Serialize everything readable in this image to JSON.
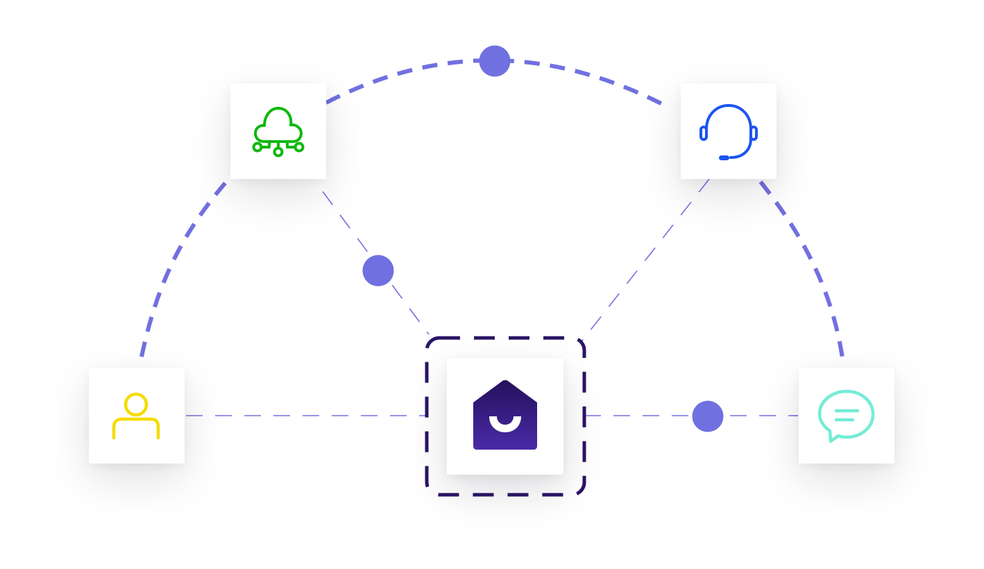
{
  "diagram": {
    "colors": {
      "connector": "#7170e0",
      "node_dot": "#7170e0",
      "hub_outline": "#2b1466",
      "hub_logo": "#351b87",
      "cloud_icon": "#0fb80f",
      "support_icon": "#1a55f0",
      "user_icon": "#f5dc00",
      "chat_icon": "#74ecd6"
    },
    "nodes": [
      {
        "id": "cloud-network",
        "icon": "cloud-network-icon"
      },
      {
        "id": "support",
        "icon": "headset-icon"
      },
      {
        "id": "user",
        "icon": "user-icon"
      },
      {
        "id": "chat",
        "icon": "chat-bubble-icon"
      },
      {
        "id": "hub",
        "icon": "house-logo-icon"
      }
    ],
    "edges": [
      {
        "from": "user",
        "to": "cloud-network",
        "style": "dashed-thick"
      },
      {
        "from": "cloud-network",
        "to": "support",
        "style": "dashed-thick",
        "dot": true
      },
      {
        "from": "support",
        "to": "chat",
        "style": "dashed-thick"
      },
      {
        "from": "cloud-network",
        "to": "hub",
        "style": "dashed-thin",
        "dot": true
      },
      {
        "from": "support",
        "to": "hub",
        "style": "dashed-thin"
      },
      {
        "from": "user",
        "to": "hub",
        "style": "dashed-thin"
      },
      {
        "from": "hub",
        "to": "chat",
        "style": "dashed-thin",
        "dot": true
      }
    ]
  }
}
